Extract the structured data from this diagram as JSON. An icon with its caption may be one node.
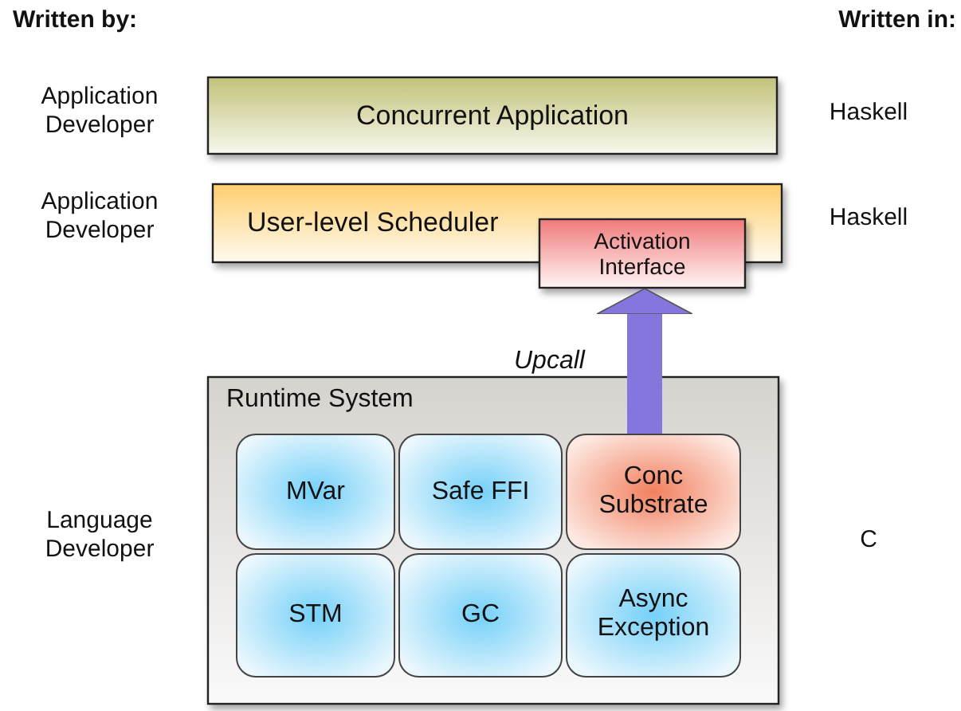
{
  "diagram": {
    "nodes": [
      {
        "text": [
          "Concurrent Application"
        ]
      },
      {
        "text": [
          "User-level Scheduler"
        ]
      },
      {
        "text": [
          "Activation Interface"
        ]
      },
      {
        "text": [
          "Runtime System"
        ]
      },
      {
        "text": [
          "MVar"
        ],
        "in": 3
      },
      {
        "text": [
          "Safe FFI"
        ],
        "in": 3
      },
      {
        "text": [
          "Conc Substrate"
        ],
        "in": 3
      },
      {
        "text": [
          "STM"
        ],
        "in": 3
      },
      {
        "text": [
          "GC"
        ],
        "in": 3
      },
      {
        "text": [
          "Async Exception"
        ],
        "in": 3
      }
    ],
    "edges": [
      {
        "from": 6,
        "to": 2,
        "arrow": "to",
        "label": "Upcall"
      }
    ],
    "labels": [
      "Written by:",
      "Written in:",
      "Application Developer",
      "Haskell",
      "Application Developer",
      "Haskell",
      "Language Developer",
      "C"
    ]
  }
}
